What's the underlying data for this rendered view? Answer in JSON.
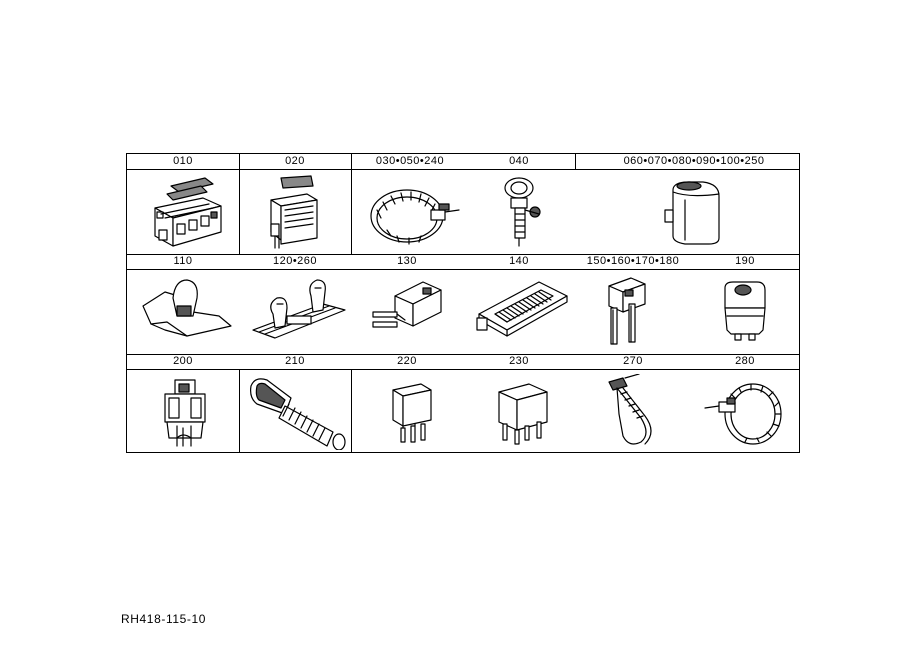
{
  "rows": [
    {
      "labels": [
        "010",
        "020",
        "030•050•240",
        "040",
        "060•070•080•090•100•250"
      ],
      "icons": [
        "fuse-box-icon",
        "fuse-holder-icon",
        "hose-clamp-icon",
        "cable-clamp-icon",
        "relay-cover-icon"
      ]
    },
    {
      "labels": [
        "110",
        "120•260",
        "130",
        "140",
        "150•160•170•180",
        "190"
      ],
      "icons": [
        "clip-nut-icon",
        "retainer-clip-icon",
        "relay-module-icon",
        "fuse-strip-icon",
        "blade-fuse-icon",
        "maxi-fuse-icon"
      ]
    },
    {
      "labels": [
        "200",
        "210",
        "220",
        "230",
        "270",
        "280"
      ],
      "icons": [
        "fuse-socket-icon",
        "cable-grommet-icon",
        "mini-relay-icon",
        "relay-cube-icon",
        "cable-tie-icon",
        "tie-strap-icon"
      ]
    }
  ],
  "reference_code": "RH418-115-10"
}
